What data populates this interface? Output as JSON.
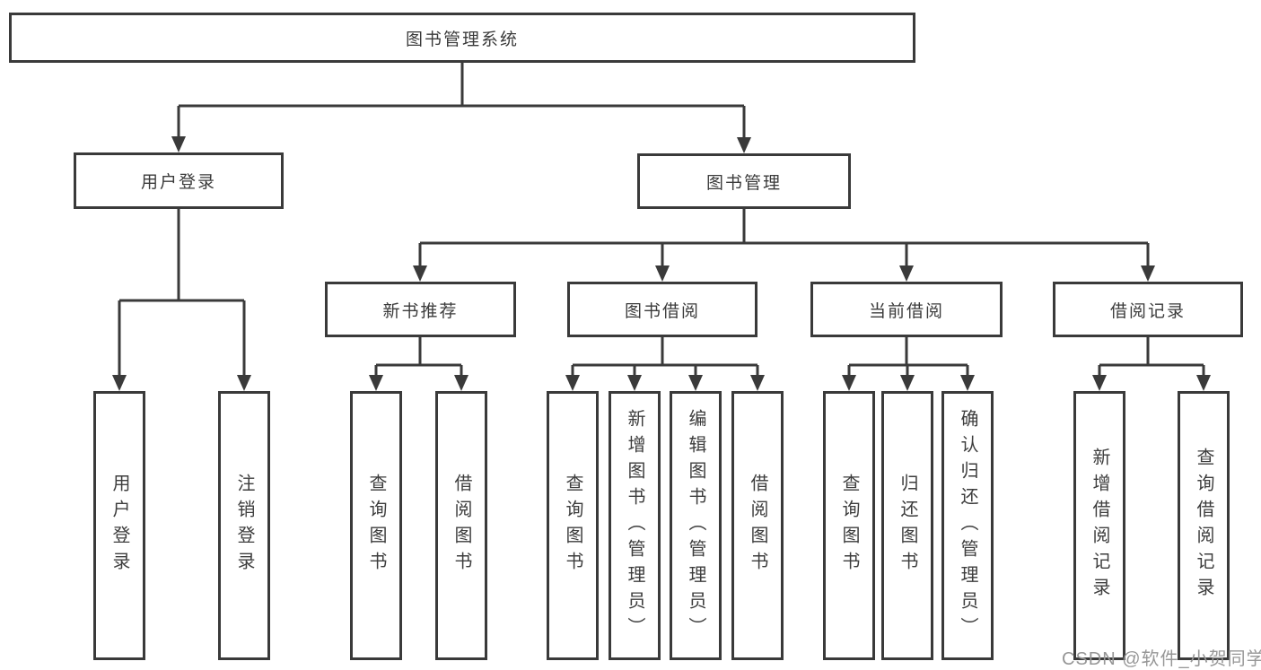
{
  "tree": {
    "label": "图书管理系统",
    "children": [
      {
        "label": "用户登录",
        "children": [
          {
            "label": "用户登录"
          },
          {
            "label": "注销登录"
          }
        ]
      },
      {
        "label": "图书管理",
        "children": [
          {
            "label": "新书推荐",
            "children": [
              {
                "label": "查询图书"
              },
              {
                "label": "借阅图书"
              }
            ]
          },
          {
            "label": "图书借阅",
            "children": [
              {
                "label": "查询图书"
              },
              {
                "label": "新增图书（管理员）"
              },
              {
                "label": "编辑图书（管理员）"
              },
              {
                "label": "借阅图书"
              }
            ]
          },
          {
            "label": "当前借阅",
            "children": [
              {
                "label": "查询图书"
              },
              {
                "label": "归还图书"
              },
              {
                "label": "确认归还（管理员）"
              }
            ]
          },
          {
            "label": "借阅记录",
            "children": [
              {
                "label": "新增借阅记录"
              },
              {
                "label": "查询借阅记录"
              }
            ]
          }
        ]
      }
    ]
  },
  "watermark": {
    "text": "CSDN @软件_小贺同学"
  },
  "colors": {
    "line": "#3a3a3a",
    "text": "#3b3b3b",
    "watermark": "#979797",
    "background": "#ffffff"
  }
}
